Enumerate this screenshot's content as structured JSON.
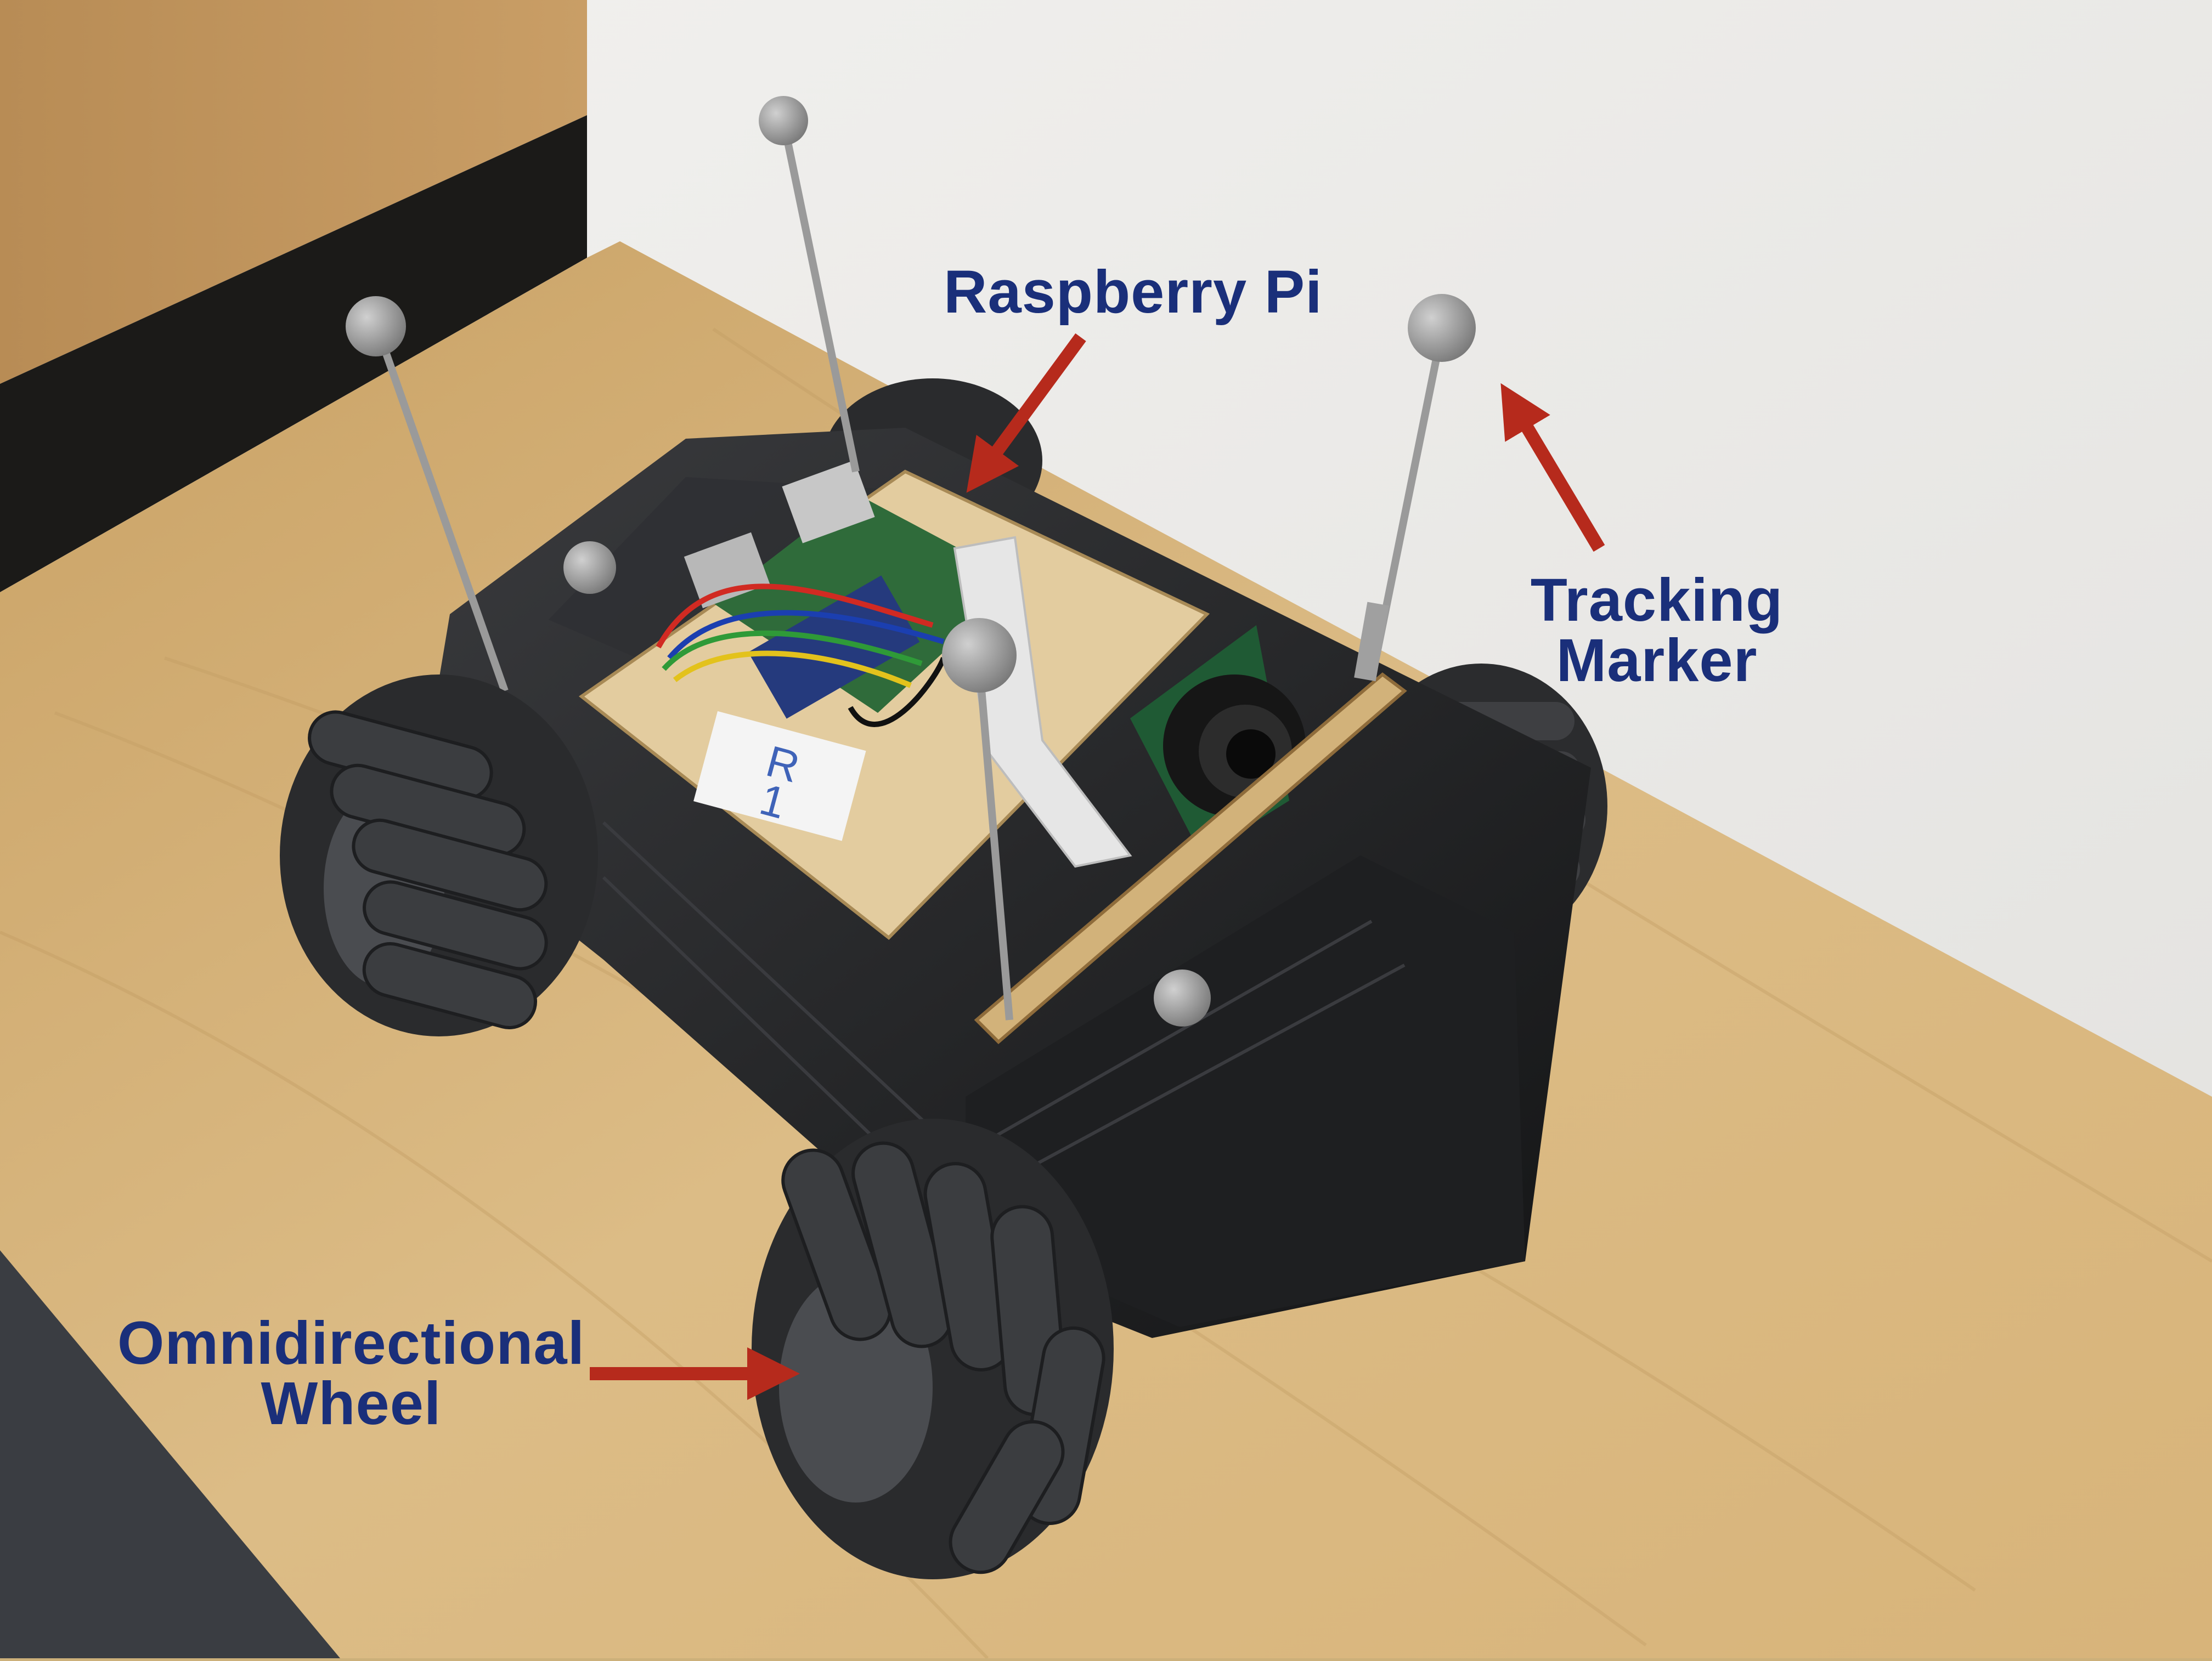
{
  "annotations": {
    "raspberry_pi": "Raspberry Pi",
    "tracking_marker_line1": "Tracking",
    "tracking_marker_line2": "Marker",
    "wheel_line1": "Omnidirectional",
    "wheel_line2": "Wheel"
  },
  "colors": {
    "label_text": "#1a2f7a",
    "arrow": "#b62a1c",
    "desk": "#d4b27a",
    "wall": "#ececea",
    "robot_body": "#202124"
  },
  "sticker": {
    "line1": "R",
    "line2": "1"
  }
}
